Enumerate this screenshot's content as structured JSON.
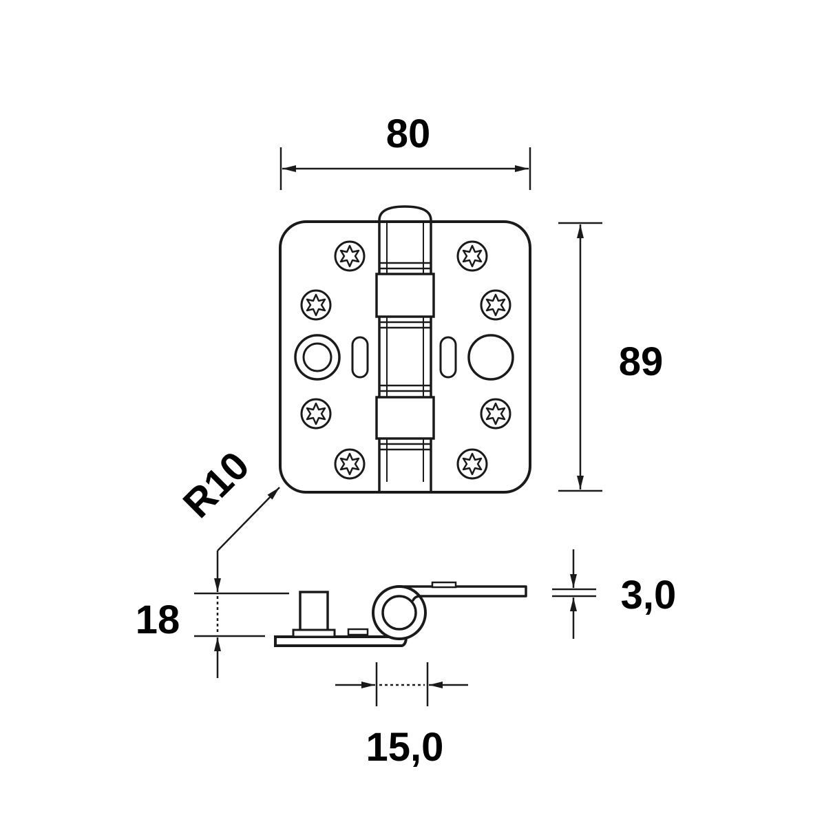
{
  "diagram": {
    "labels": {
      "width": "80",
      "height": "89",
      "radius": "R10",
      "thickness_total": "18",
      "plate_thickness": "3,0",
      "knuckle_offset": "15,0"
    },
    "colors": {
      "line": "#1a1a1a",
      "background": "#ffffff"
    }
  }
}
